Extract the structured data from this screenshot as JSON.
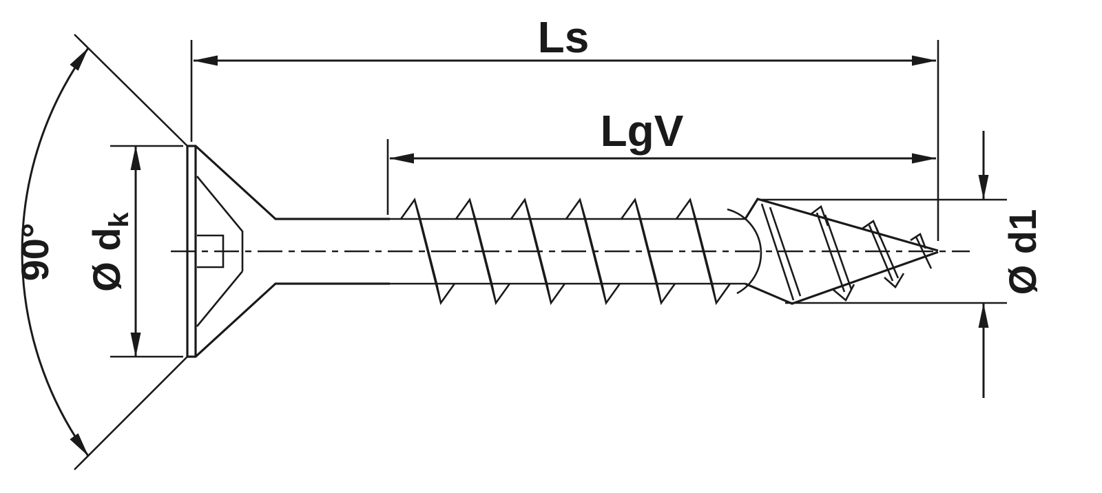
{
  "labels": {
    "ls": "Ls",
    "lgv": "LgV",
    "angle": "90°",
    "dk_prefix": "Ø d",
    "dk_sub": "k",
    "d1": "Ø d1"
  },
  "colors": {
    "ink": "#1a1a1a",
    "background": "#ffffff"
  }
}
